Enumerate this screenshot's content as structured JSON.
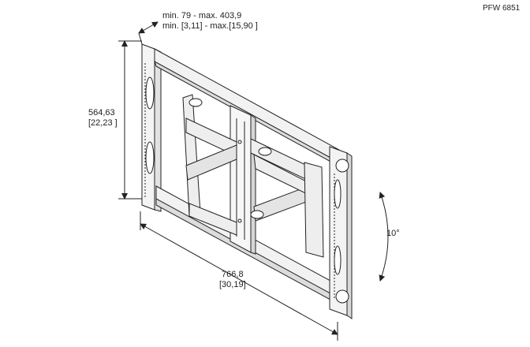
{
  "model": "PFW 6851",
  "depth": {
    "line1": "min. 79 - max. 403,9",
    "line2": "min. [3,11] - max.[15,90 ]"
  },
  "height": {
    "line1": "564,63",
    "line2": "[22,23 ]"
  },
  "width": {
    "line1": "766,8",
    "line2": "[30,19]"
  },
  "tilt": "10°"
}
